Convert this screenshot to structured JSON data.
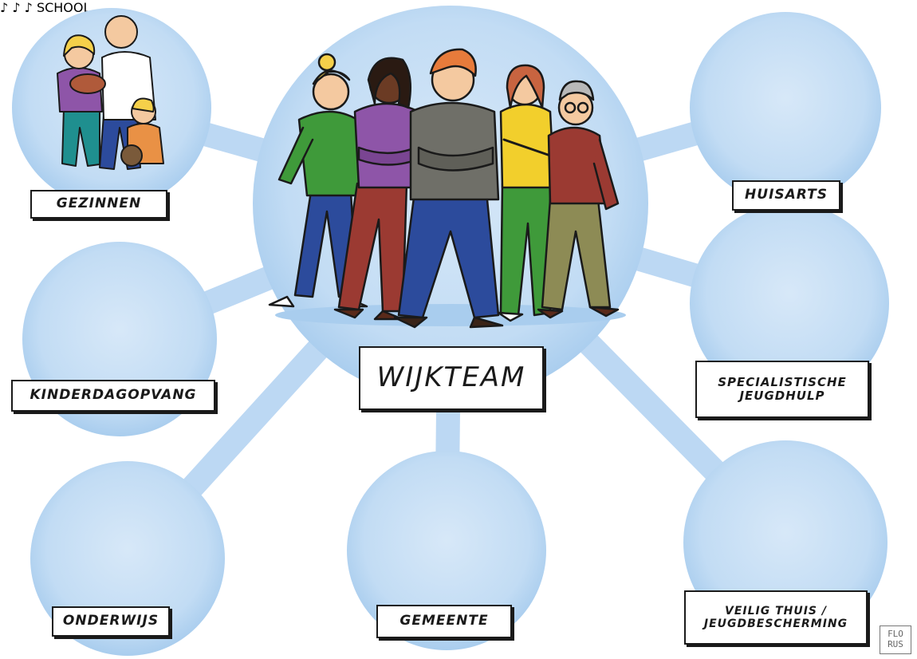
{
  "center": {
    "label": "WIJKTEAM"
  },
  "nodes": [
    {
      "id": "gezinnen",
      "label": "GEZINNEN"
    },
    {
      "id": "kinderdagopvang",
      "label": "KINDERDAGOPVANG"
    },
    {
      "id": "onderwijs",
      "label": "ONDERWIJS",
      "sign_text": "SCHOOL"
    },
    {
      "id": "gemeente",
      "label": "GEMEENTE"
    },
    {
      "id": "veilig-thuis",
      "label_lines": [
        "VEILIG THUIS /",
        "JEUGDBESCHERMING"
      ]
    },
    {
      "id": "specialistische-jeugdhulp",
      "label_lines": [
        "SPECIALISTISCHE",
        "JEUGDHULP"
      ]
    },
    {
      "id": "huisarts",
      "label": "HUISARTS"
    }
  ],
  "signature_lines": [
    "FLO",
    "RUS"
  ],
  "colors": {
    "circle": "#c7dff5",
    "circle_edge": "#a6c9ec",
    "connector": "#bcd8f3",
    "outline": "#1a1a1a",
    "green": "#3f9a3a",
    "purple": "#8e55a8",
    "grey": "#6f6f68",
    "yellow": "#f2cf2c",
    "maroon": "#9b3a32",
    "blue": "#2c4b9c",
    "teal": "#1f8f8f",
    "skin_light": "#f4c9a0",
    "skin_dark": "#6b3b24",
    "hair_blonde": "#f5d04a",
    "hair_orange": "#e77b3b",
    "house_brick": "#e99566",
    "roof_red": "#c0433a",
    "tree": "#5aae4a"
  }
}
